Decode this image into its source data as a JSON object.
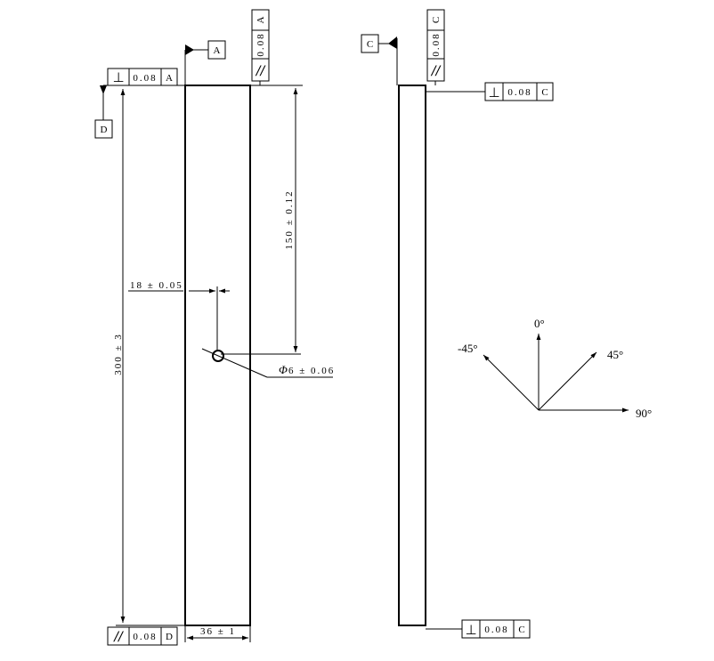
{
  "drawing": {
    "frames": {
      "left_top": {
        "symbol": "⊥",
        "tolerance": "0.08",
        "datum": "A"
      },
      "left_vertical": {
        "symbol": "//",
        "tolerance": "0.08",
        "datum": "A"
      },
      "right_vertical": {
        "symbol": "//",
        "tolerance": "0.08",
        "datum": "C"
      },
      "right_top": {
        "symbol": "⊥",
        "tolerance": "0.08",
        "datum": "C"
      },
      "left_bottom": {
        "symbol": "//",
        "tolerance": "0.08",
        "datum": "D"
      },
      "right_bottom": {
        "symbol": "⊥",
        "tolerance": "0.08",
        "datum": "C"
      }
    },
    "datums": {
      "a": "A",
      "c": "C",
      "d": "D"
    },
    "dimensions": {
      "length": "300 ± 3",
      "width": "36 ± 1",
      "hole_offset_x": "18 ± 0.05",
      "hole_offset_y": "150 ± 0.12",
      "hole_diameter_symbol": "Φ",
      "hole_diameter": "6 ± 0.06"
    },
    "angles": {
      "zero": "0°",
      "plus45": "45°",
      "minus45": "-45°",
      "ninety": "90°"
    }
  }
}
